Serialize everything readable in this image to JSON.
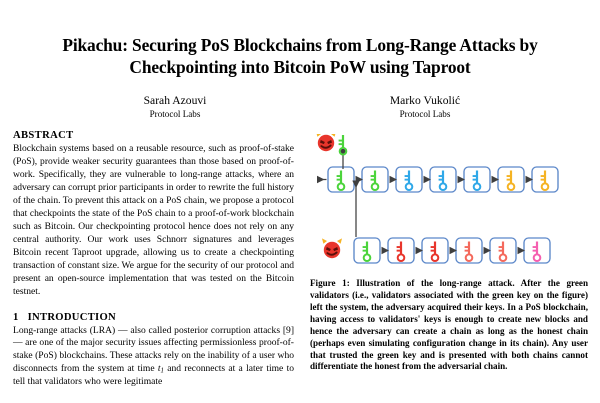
{
  "paper": {
    "title": "Pikachu: Securing PoS Blockchains from Long-Range Attacks by Checkpointing into Bitcoin PoW using Taproot",
    "authors": [
      {
        "name": "Sarah Azouvi",
        "affiliation": "Protocol Labs"
      },
      {
        "name": "Marko Vukolić",
        "affiliation": "Protocol Labs"
      }
    ],
    "abstract": {
      "heading": "ABSTRACT",
      "text": "Blockchain systems based on a reusable resource, such as proof-of-stake (PoS), provide weaker security guarantees than those based on proof-of-work. Specifically, they are vulnerable to long-range attacks, where an adversary can corrupt prior participants in order to rewrite the full history of the chain. To prevent this attack on a PoS chain, we propose a protocol that checkpoints the state of the PoS chain to a proof-of-work blockchain such as Bitcoin. Our checkpointing protocol hence does not rely on any central authority. Our work uses Schnorr signatures and leverages Bitcoin recent Taproot upgrade, allowing us to create a checkpointing transaction of constant size. We argue for the security of our protocol and present an open-source implementation that was tested on the Bitcoin testnet."
    },
    "introduction": {
      "number": "1",
      "heading": "INTRODUCTION",
      "paragraph_part1": "Long-range attacks (LRA) — also called posterior corruption attacks [9] — are one of the major security issues affecting permissionless proof-of-stake (PoS) blockchains. These attacks rely on the inability of a user who disconnects from the system at time ",
      "time_symbol": "t",
      "time_subscript": "1",
      "paragraph_part2": " and reconnects at a later time to tell that validators who were legitimate"
    },
    "figure": {
      "label": "Figure 1:",
      "caption": "Illustration of the long-range attack. After the green validators (i.e., validators associated with the green key on the figure) left the system, the adversary acquired their keys. In a PoS blockchain, having access to validators' keys is enough to create new blocks and hence the adversary can create a chain as long as the honest chain (perhaps even simulating configuration change in its chain). Any user that trusted the green key and is presented with both chains cannot differentiate the honest from the adversarial chain.",
      "colors": {
        "block_border": "#5b87c9",
        "block_fill": "#ffffff",
        "arrow": "#3f3f3f",
        "key_green": "#4bd43b",
        "key_blue": "#2fa8e8",
        "key_orange": "#f5b323",
        "key_red": "#e8352b",
        "key_salmon": "#f4695c",
        "key_pink": "#f55fb0",
        "devil_face": "#e8352b",
        "devil_horn": "#f5b323"
      },
      "honest_chain": {
        "name": "honest-chain",
        "blocks": [
          {
            "key_color": "key_green"
          },
          {
            "key_color": "key_green"
          },
          {
            "key_color": "key_blue"
          },
          {
            "key_color": "key_blue"
          },
          {
            "key_color": "key_blue"
          },
          {
            "key_color": "key_orange"
          },
          {
            "key_color": "key_orange"
          }
        ]
      },
      "adversarial_chain": {
        "name": "adversarial-chain",
        "blocks": [
          {
            "key_color": "key_green"
          },
          {
            "key_color": "key_red"
          },
          {
            "key_color": "key_red"
          },
          {
            "key_color": "key_salmon"
          },
          {
            "key_color": "key_salmon"
          },
          {
            "key_color": "key_pink"
          }
        ]
      },
      "adversary_top": {
        "has_key": true,
        "key_color": "key_green"
      },
      "adversary_bottom": {
        "has_key": false
      }
    }
  }
}
